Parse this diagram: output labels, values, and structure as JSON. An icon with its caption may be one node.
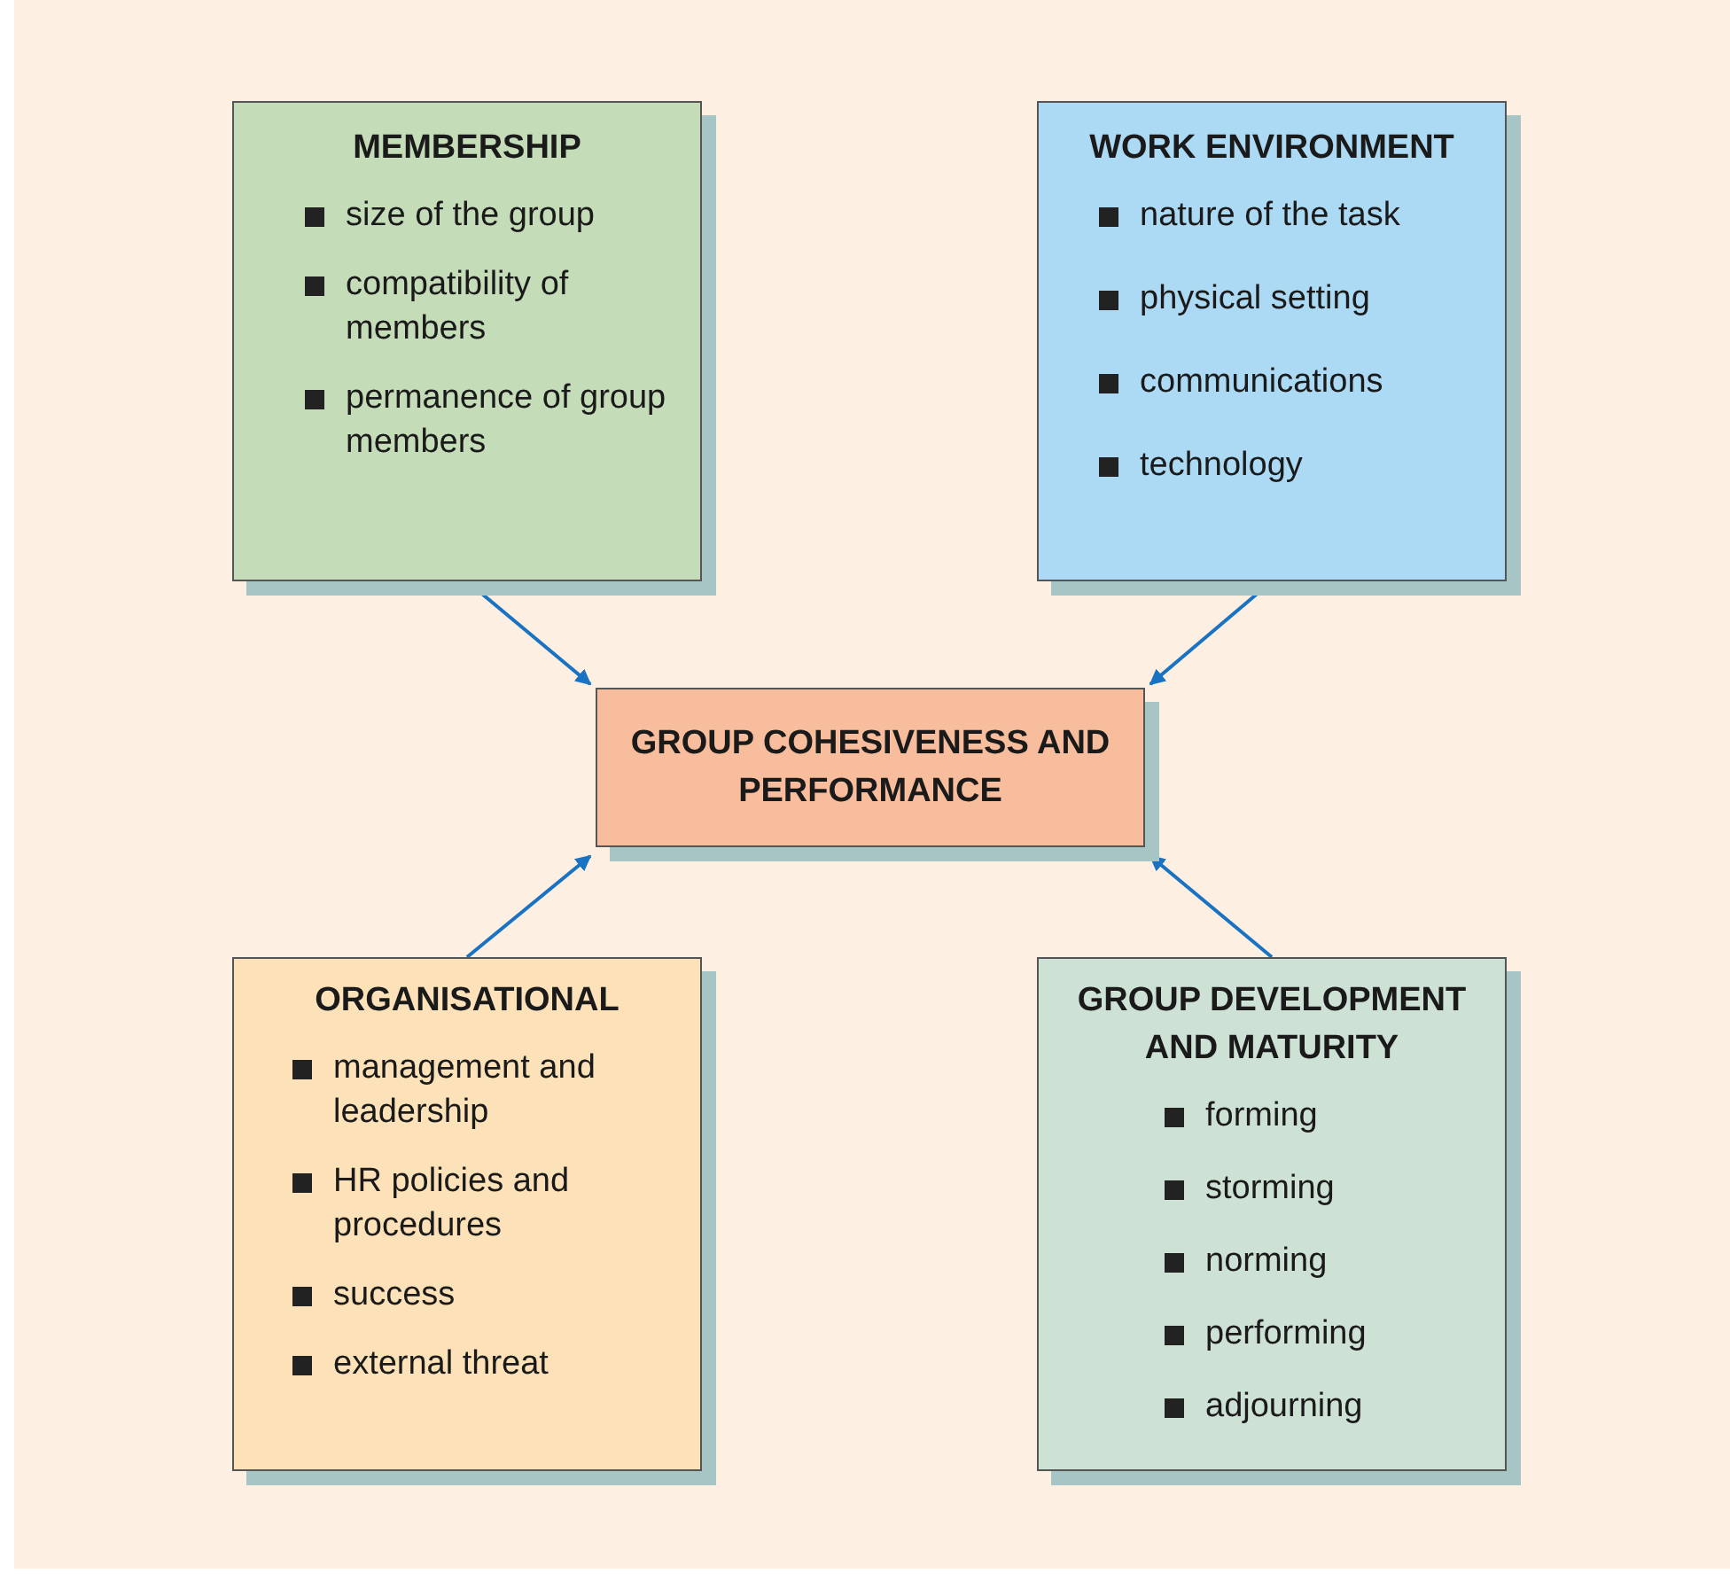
{
  "diagram": {
    "nodes": [
      {
        "text": [
          "MEMBERSHIP",
          "size of the group",
          "compatibility of members",
          "permanence of group members"
        ]
      },
      {
        "text": [
          "WORK ENVIRONMENT",
          "nature of the task",
          "physical setting",
          "communications",
          "technology"
        ]
      },
      {
        "text": [
          "GROUP COHESIVENESS AND PERFORMANCE"
        ]
      },
      {
        "text": [
          "ORGANISATIONAL",
          "management and leadership",
          "HR policies and procedures",
          "success",
          "external threat"
        ]
      },
      {
        "text": [
          "GROUP DEVELOPMENT AND MATURITY",
          "forming",
          "storming",
          "norming",
          "performing",
          "adjourning"
        ]
      }
    ],
    "edges": [
      {
        "from": 0,
        "to": 2,
        "arrow": "to"
      },
      {
        "from": 1,
        "to": 2,
        "arrow": "to"
      },
      {
        "from": 3,
        "to": 2,
        "arrow": "to"
      },
      {
        "from": 4,
        "to": 2,
        "arrow": "to"
      }
    ]
  }
}
